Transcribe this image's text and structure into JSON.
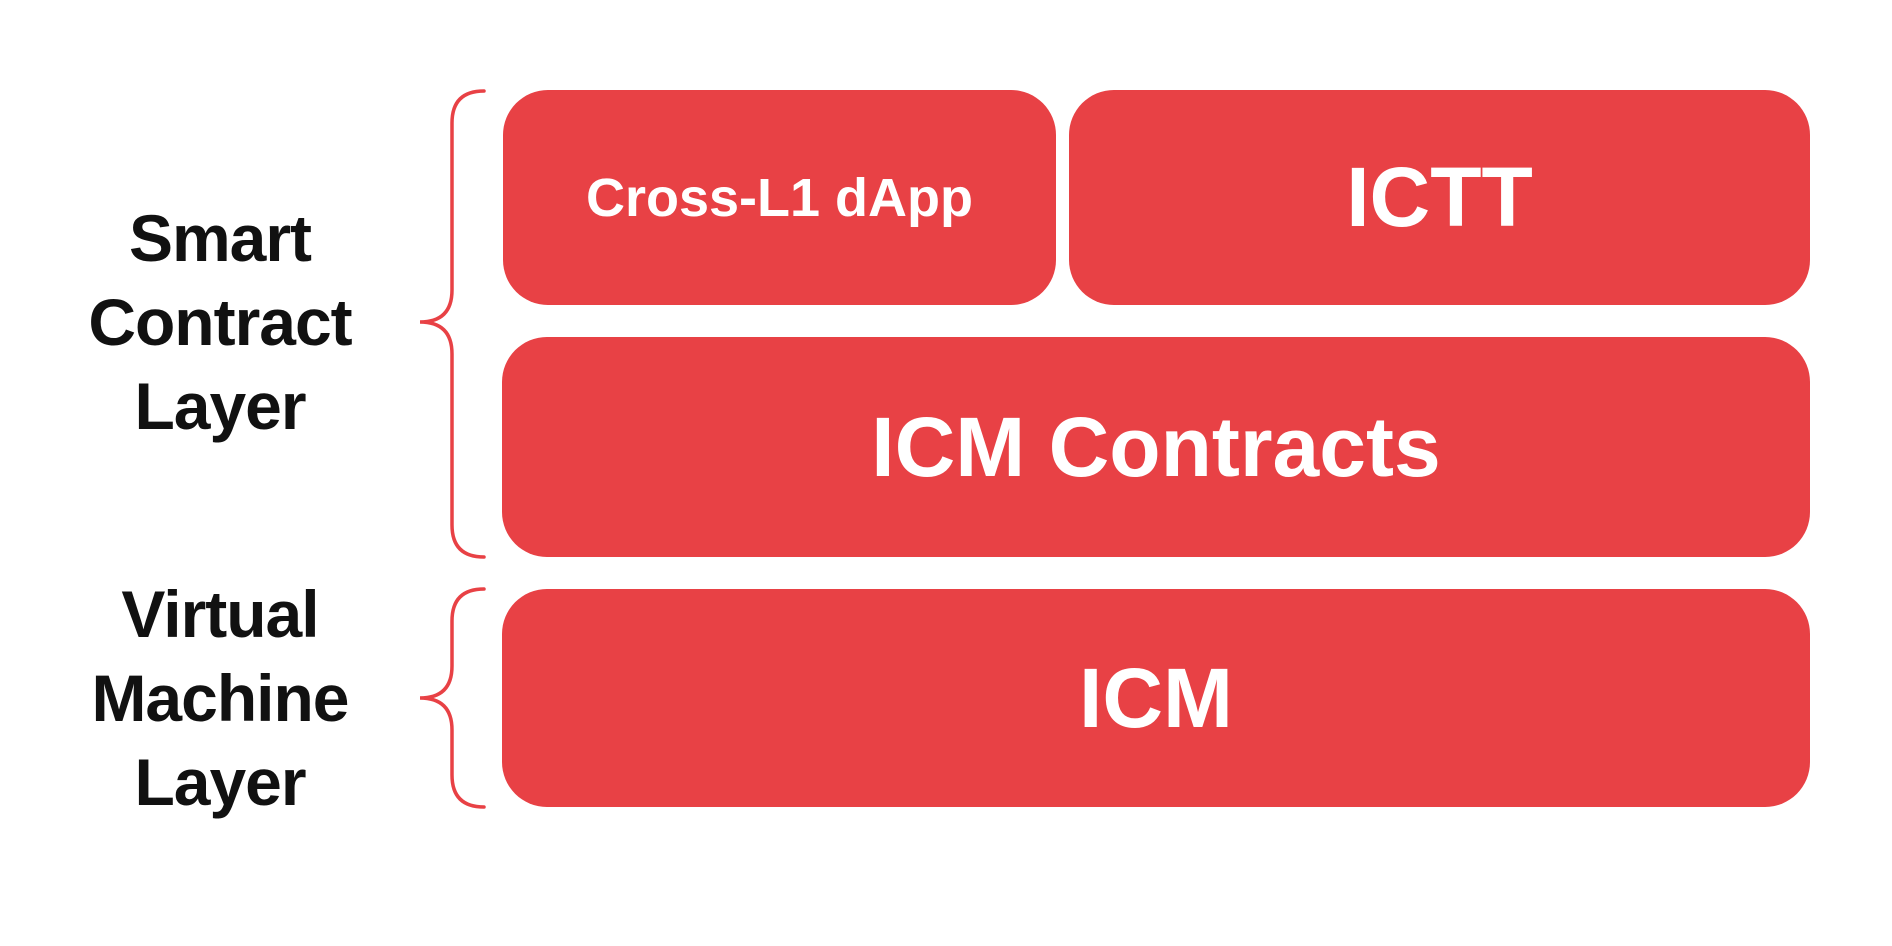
{
  "diagram": {
    "layer_labels": [
      {
        "name": "smart-contract-layer",
        "lines": [
          "Smart",
          "Contract",
          "Layer"
        ]
      },
      {
        "name": "virtual-machine-layer",
        "lines": [
          "Virtual",
          "Machine",
          "Layer"
        ]
      }
    ],
    "boxes": [
      {
        "name": "cross-l1-dapp",
        "label": "Cross-L1 dApp"
      },
      {
        "name": "ictt",
        "label": "ICTT"
      },
      {
        "name": "icm-contracts",
        "label": "ICM Contracts"
      },
      {
        "name": "icm",
        "label": "ICM"
      }
    ],
    "colors": {
      "box_fill": "#E84145",
      "box_text": "#FFFFFF",
      "label_text": "#111111",
      "brace_stroke": "#E84145",
      "background": "#FFFFFF"
    }
  }
}
